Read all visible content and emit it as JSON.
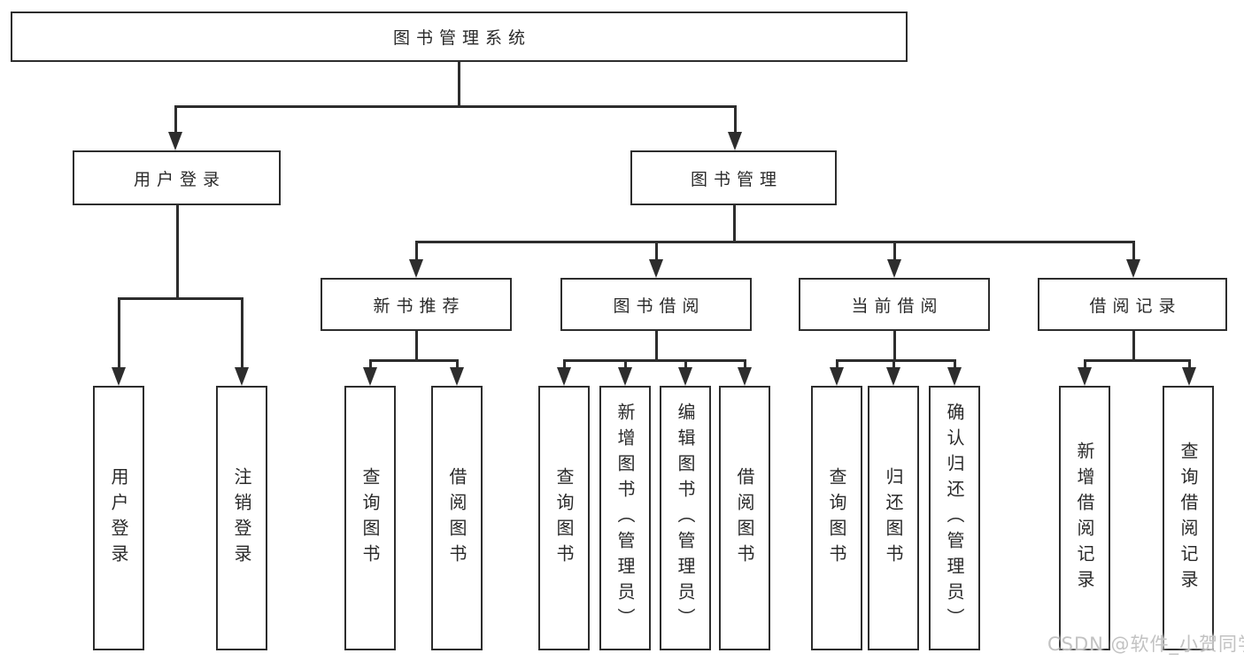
{
  "diagram": {
    "root_label": "图书管理系统",
    "user_branch": {
      "label": "用户登录",
      "children": [
        "用户登录",
        "注销登录"
      ]
    },
    "book_branch": {
      "label": "图书管理",
      "sections": [
        {
          "label": "新书推荐",
          "children": [
            "查询图书",
            "借阅图书"
          ]
        },
        {
          "label": "图书借阅",
          "children": [
            "查询图书",
            "新增图书（管理员）",
            "编辑图书（管理员）",
            "借阅图书"
          ]
        },
        {
          "label": "当前借阅",
          "children": [
            "查询图书",
            "归还图书",
            "确认归还（管理员）"
          ]
        },
        {
          "label": "借阅记录",
          "children": [
            "新增借阅记录",
            "查询借阅记录"
          ]
        }
      ]
    },
    "colors": {
      "line": "#2d2d2d",
      "box_background": "#ffffff",
      "text": "#2a2a2a",
      "watermark": "#c2c2c2"
    }
  },
  "watermark": "CSDN @软件_小贺同学"
}
